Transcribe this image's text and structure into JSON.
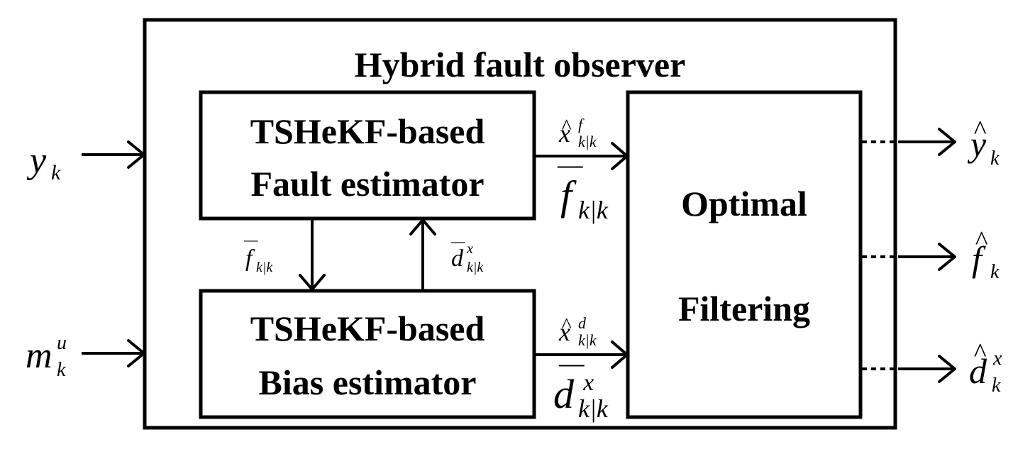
{
  "diagram": {
    "title": "Hybrid fault observer",
    "fault_estimator": {
      "line1": "TSHeKF-based",
      "line2": "Fault estimator"
    },
    "bias_estimator": {
      "line1": "TSHeKF-based",
      "line2": "Bias estimator"
    },
    "filter": {
      "line1": "Optimal",
      "line2": "Filtering"
    },
    "inputs": {
      "y": {
        "base": "y",
        "sub": "k"
      },
      "m": {
        "base": "m",
        "sub": "k",
        "sup": "u"
      }
    },
    "signals": {
      "xf": {
        "base": "x",
        "sub": "k|k",
        "sup": "f",
        "hat": "^"
      },
      "fbar_main": {
        "base": "f",
        "sub": "k|k",
        "bar": "—"
      },
      "fbar_small": {
        "base": "f",
        "sub": "k|k",
        "bar": "—"
      },
      "dbar_small": {
        "base": "d",
        "sub": "k|k",
        "sup": "x",
        "bar": "—"
      },
      "xd": {
        "base": "x",
        "sub": "k|k",
        "sup": "d",
        "hat": "^"
      },
      "dbar_main": {
        "base": "d",
        "sub": "k|k",
        "sup": "x",
        "bar": "—"
      }
    },
    "outputs": {
      "yhat": {
        "base": "y",
        "sub": "k",
        "hat": "^"
      },
      "fhat": {
        "base": "f",
        "sub": "k",
        "hat": "^"
      },
      "dhat": {
        "base": "d",
        "sub": "k",
        "sup": "x",
        "hat": "^"
      }
    }
  }
}
